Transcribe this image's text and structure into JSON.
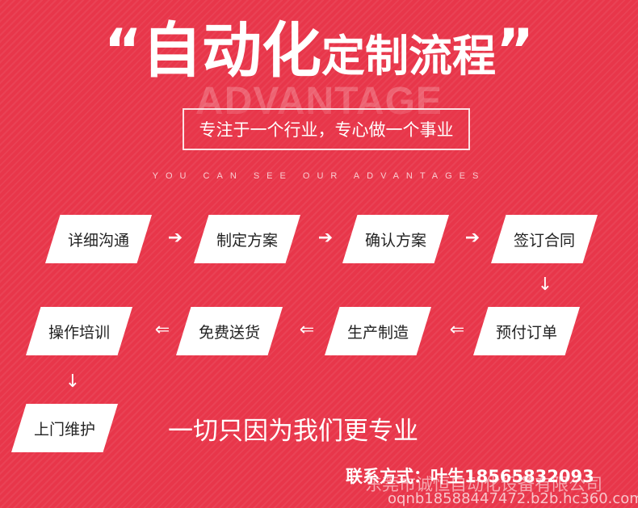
{
  "title": {
    "open_quote": "“",
    "highlight": "自动化",
    "rest": "定制流程",
    "close_quote": "”"
  },
  "watermark": "ADVANTAGE",
  "slogan": "专注于一个行业，专心做一个事业",
  "tagline": "YOU CAN SEE OUR ADVANTAGES",
  "steps": [
    {
      "label": "详细沟通"
    },
    {
      "label": "制定方案"
    },
    {
      "label": "确认方案"
    },
    {
      "label": "签订合同"
    },
    {
      "label": "预付订单"
    },
    {
      "label": "生产制造"
    },
    {
      "label": "免费送货"
    },
    {
      "label": "操作培训"
    },
    {
      "label": "上门维护"
    }
  ],
  "arrows": {
    "right": "➔",
    "left": "⇐",
    "down": "↓"
  },
  "bottom_slogan": "一切只因为我们更专业",
  "contact": "联系方式：叶生18565832093",
  "company_watermark": "东莞市诚恒自动化设备有限公司",
  "site_watermark": "oqnb18588447472.b2b.hc360.com",
  "colors": {
    "background": "#e8364a",
    "box": "#ffffff",
    "box_text": "#222222"
  }
}
